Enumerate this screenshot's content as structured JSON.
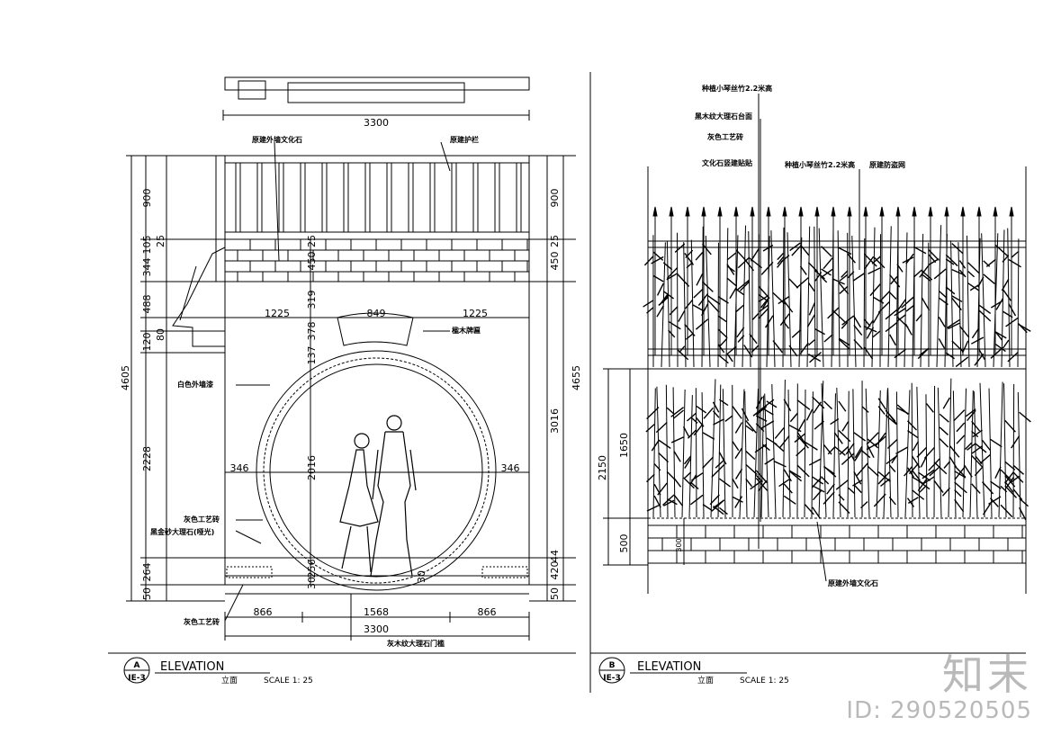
{
  "left_drawing": {
    "top_dim": "3300",
    "bottom_dim": "3300",
    "bottom_segments": [
      "866",
      "1568",
      "866"
    ],
    "left_dims": [
      "900",
      "105",
      "25",
      "344",
      "488",
      "80",
      "120",
      "2228",
      "264",
      "50"
    ],
    "left_total": "4605",
    "inner_left_dims": [
      "450",
      "25",
      "319",
      "378",
      "137",
      "2016",
      "256",
      "30"
    ],
    "right_dims": [
      "900",
      "25",
      "450",
      "3016",
      "420",
      "44",
      "50"
    ],
    "right_total": "4655",
    "mid_dims": [
      "1225",
      "849",
      "1225"
    ],
    "side_dims": [
      "346",
      "346"
    ],
    "labels": {
      "culture_stone": "原建外墙文化石",
      "railing": "原建护栏",
      "plaque": "楹木牌匾",
      "white_paint": "白色外墙漆",
      "gray_tile": "灰色工艺砖",
      "black_marble": "黑金砂大理石(哑光)",
      "gray_tile2": "灰色工艺砖",
      "door_sill": "灰木纹大理石门槛",
      "dim_30": "30"
    },
    "title_tag": {
      "top": "A",
      "bottom": "IE-3"
    },
    "title": "ELEVATION",
    "subtitle": "立面",
    "scale": "SCALE  1: 25"
  },
  "right_drawing": {
    "dims_left": [
      "2150",
      "1650",
      "500"
    ],
    "dim_inner": "300",
    "labels": {
      "bamboo1": "种植小琴丝竹2.2米高",
      "marble_top": "黑木纹大理石台面",
      "gray_tile": "灰色工艺砖",
      "culture_paste": "文化石竖建贴贴",
      "bamboo2": "种植小琴丝竹2.2米高",
      "fence": "原建防盗网",
      "culture_stone": "原建外墙文化石"
    },
    "title_tag": {
      "top": "B",
      "bottom": "IE-3"
    },
    "title": "ELEVATION",
    "subtitle": "立面",
    "scale": "SCALE  1: 25"
  },
  "watermark": {
    "brand": "知末",
    "id": "ID: 290520505"
  },
  "colors": {
    "line": "#000000",
    "watermark": "#b9b9b9"
  }
}
